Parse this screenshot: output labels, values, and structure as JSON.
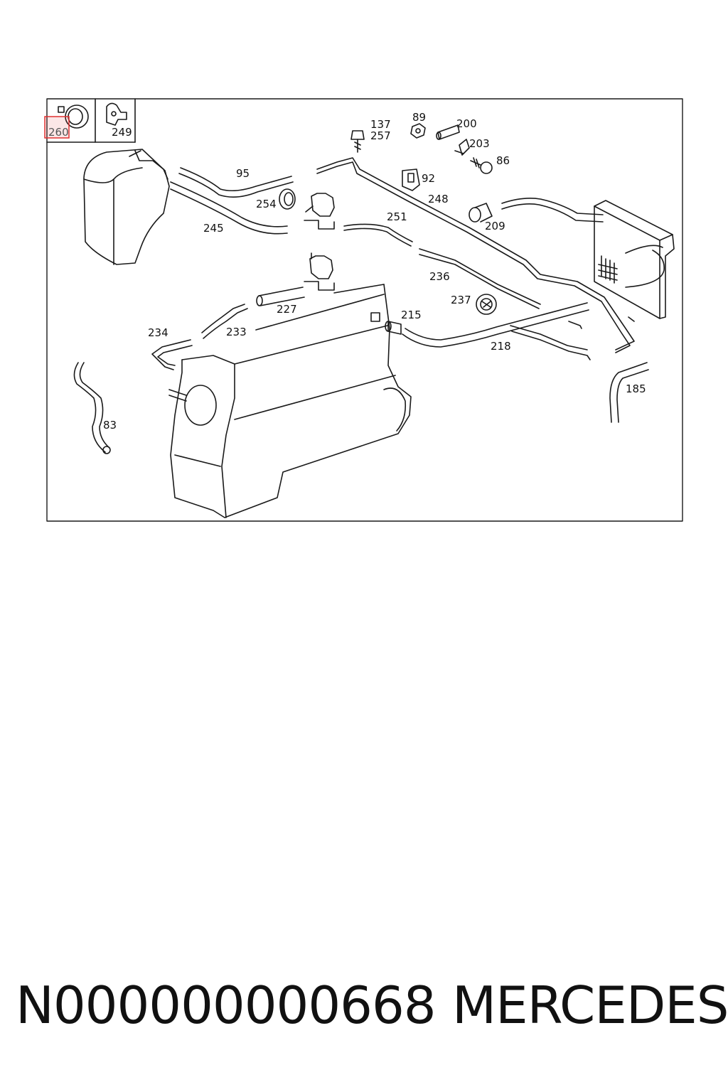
{
  "diagram": {
    "callouts": [
      {
        "id": "c260",
        "label": "260"
      },
      {
        "id": "c249",
        "label": "249"
      },
      {
        "id": "c137",
        "label": "137"
      },
      {
        "id": "c257",
        "label": "257"
      },
      {
        "id": "c89",
        "label": "89"
      },
      {
        "id": "c200",
        "label": "200"
      },
      {
        "id": "c203",
        "label": "203"
      },
      {
        "id": "c86",
        "label": "86"
      },
      {
        "id": "c92",
        "label": "92"
      },
      {
        "id": "c95",
        "label": "95"
      },
      {
        "id": "c254",
        "label": "254"
      },
      {
        "id": "c248",
        "label": "248"
      },
      {
        "id": "c251",
        "label": "251"
      },
      {
        "id": "c209",
        "label": "209"
      },
      {
        "id": "c245",
        "label": "245"
      },
      {
        "id": "c236",
        "label": "236"
      },
      {
        "id": "c237",
        "label": "237"
      },
      {
        "id": "c227",
        "label": "227"
      },
      {
        "id": "c215",
        "label": "215"
      },
      {
        "id": "c234",
        "label": "234"
      },
      {
        "id": "c233",
        "label": "233"
      },
      {
        "id": "c218",
        "label": "218"
      },
      {
        "id": "c185",
        "label": "185"
      },
      {
        "id": "c83",
        "label": "83"
      }
    ],
    "highlight_color": "#e03030",
    "line_color": "#1a1a1a"
  },
  "footer": {
    "part_number": "N000000000668",
    "brand": "MERCEDES"
  }
}
